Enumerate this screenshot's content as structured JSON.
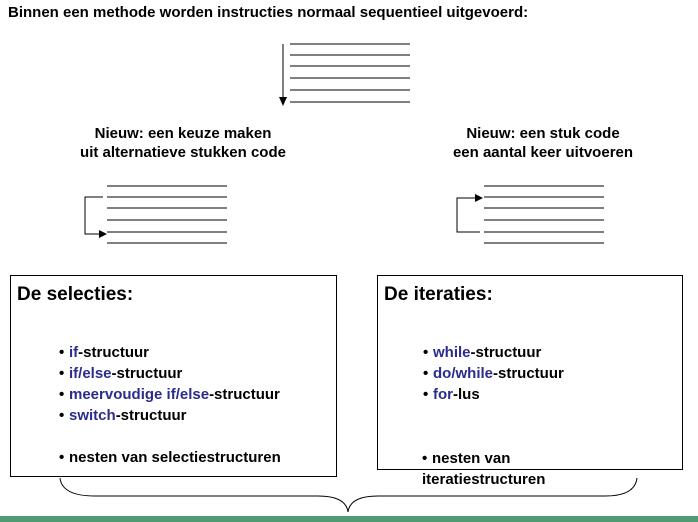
{
  "heading": "Binnen een methode worden instructies normaal sequentieel uitgevoerd:",
  "left_caption": {
    "line1": "Nieuw: een keuze maken",
    "line2": "uit alternatieve stukken code"
  },
  "right_caption": {
    "line1": "Nieuw: een stuk code",
    "line2": "een aantal keer uitvoeren"
  },
  "selecties": {
    "title": "De selecties:",
    "items": [
      {
        "kw": "if",
        "rest": "-structuur"
      },
      {
        "kw": "if/else",
        "rest": "-structuur"
      },
      {
        "kw": "meervoudige if/else",
        "rest": "-structuur"
      },
      {
        "kw": "switch",
        "rest": "-structuur"
      }
    ],
    "nest": "nesten van selectiestructuren"
  },
  "iteraties": {
    "title": "De iteraties:",
    "items": [
      {
        "kw": "while",
        "rest": "-structuur"
      },
      {
        "kw": "do/while",
        "rest": "-structuur"
      },
      {
        "kw": "for",
        "rest": "-lus"
      }
    ],
    "nest_line1": "nesten van",
    "nest_line2": "iteratiestructuren"
  },
  "colors": {
    "keyword": "#2c2c8c",
    "bottom_bar": "#4f9c74"
  }
}
